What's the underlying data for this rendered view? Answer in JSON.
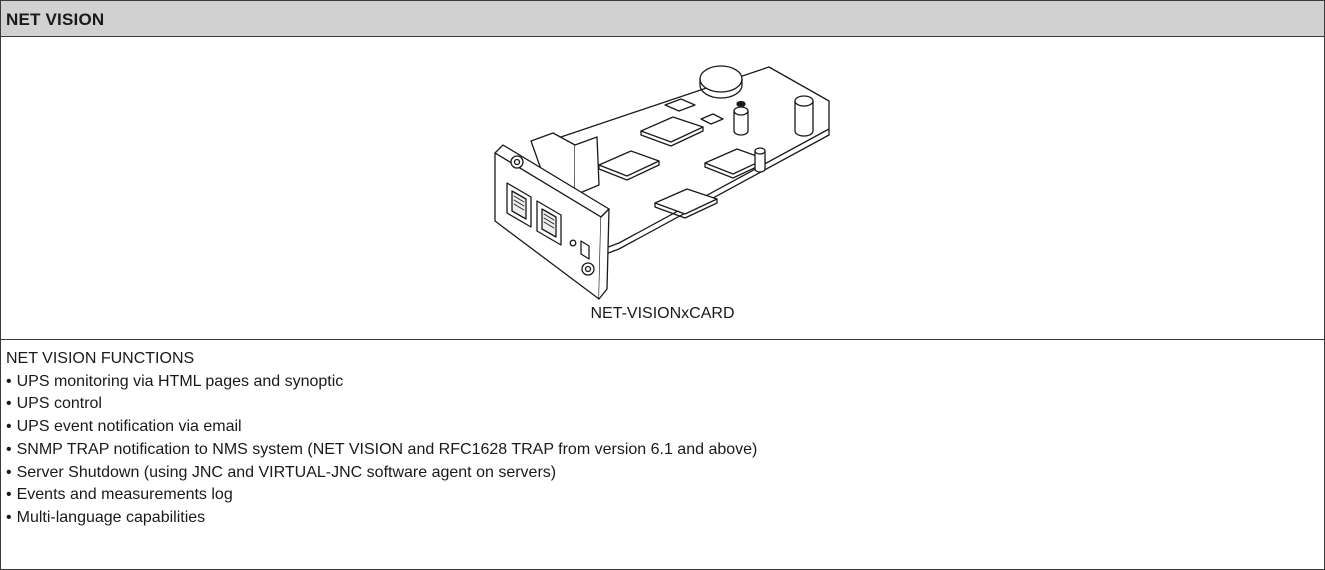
{
  "header": {
    "title": "NET VISION"
  },
  "figure": {
    "caption": "NET-VISIONxCARD"
  },
  "functions": {
    "heading": "NET VISION FUNCTIONS",
    "items": [
      "UPS monitoring via HTML pages and synoptic",
      "UPS control",
      "UPS event notification via email",
      "SNMP TRAP notification to NMS system (NET VISION and RFC1628 TRAP from version 6.1 and above)",
      "Server Shutdown (using JNC and VIRTUAL-JNC software agent on servers)",
      "Events and measurements log",
      "Multi-language capabilities"
    ]
  }
}
